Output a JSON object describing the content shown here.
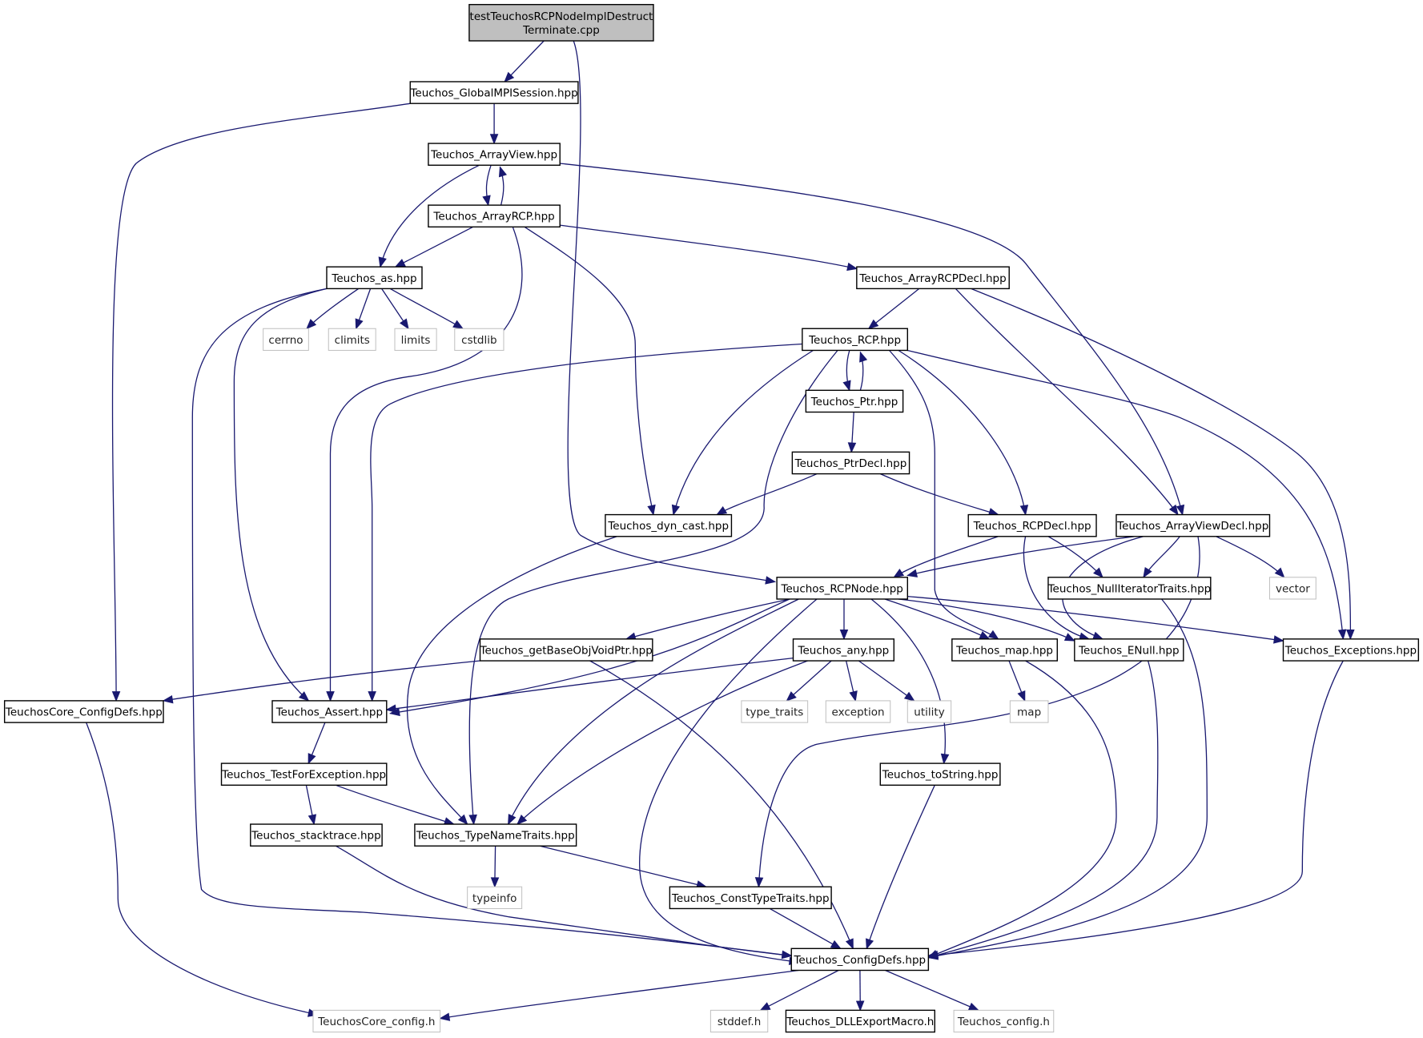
{
  "nodes": [
    {
      "id": "root",
      "label": [
        "testTeuchosRCPNodeImplDestruct",
        "Terminate.cpp"
      ],
      "kind": "root"
    },
    {
      "id": "gmpi",
      "label": [
        "Teuchos_GlobalMPISession.hpp"
      ],
      "kind": "file"
    },
    {
      "id": "av",
      "label": [
        "Teuchos_ArrayView.hpp"
      ],
      "kind": "file"
    },
    {
      "id": "arcp",
      "label": [
        "Teuchos_ArrayRCP.hpp"
      ],
      "kind": "file"
    },
    {
      "id": "as",
      "label": [
        "Teuchos_as.hpp"
      ],
      "kind": "file"
    },
    {
      "id": "arcpdecl",
      "label": [
        "Teuchos_ArrayRCPDecl.hpp"
      ],
      "kind": "file"
    },
    {
      "id": "cerrno",
      "label": [
        "cerrno"
      ],
      "kind": "ext"
    },
    {
      "id": "climits",
      "label": [
        "climits"
      ],
      "kind": "ext"
    },
    {
      "id": "limits",
      "label": [
        "limits"
      ],
      "kind": "ext"
    },
    {
      "id": "cstdlib",
      "label": [
        "cstdlib"
      ],
      "kind": "ext"
    },
    {
      "id": "rcp",
      "label": [
        "Teuchos_RCP.hpp"
      ],
      "kind": "file"
    },
    {
      "id": "ptr",
      "label": [
        "Teuchos_Ptr.hpp"
      ],
      "kind": "file"
    },
    {
      "id": "ptrdecl",
      "label": [
        "Teuchos_PtrDecl.hpp"
      ],
      "kind": "file"
    },
    {
      "id": "dyncast",
      "label": [
        "Teuchos_dyn_cast.hpp"
      ],
      "kind": "file"
    },
    {
      "id": "rcpdecl",
      "label": [
        "Teuchos_RCPDecl.hpp"
      ],
      "kind": "file"
    },
    {
      "id": "avdecl",
      "label": [
        "Teuchos_ArrayViewDecl.hpp"
      ],
      "kind": "file"
    },
    {
      "id": "rcpnode",
      "label": [
        "Teuchos_RCPNode.hpp"
      ],
      "kind": "file"
    },
    {
      "id": "nullit",
      "label": [
        "Teuchos_NullIteratorTraits.hpp"
      ],
      "kind": "file"
    },
    {
      "id": "vector",
      "label": [
        "vector"
      ],
      "kind": "ext"
    },
    {
      "id": "getbase",
      "label": [
        "Teuchos_getBaseObjVoidPtr.hpp"
      ],
      "kind": "file"
    },
    {
      "id": "any",
      "label": [
        "Teuchos_any.hpp"
      ],
      "kind": "file"
    },
    {
      "id": "map",
      "label": [
        "Teuchos_map.hpp"
      ],
      "kind": "file"
    },
    {
      "id": "enull",
      "label": [
        "Teuchos_ENull.hpp"
      ],
      "kind": "file"
    },
    {
      "id": "exc",
      "label": [
        "Teuchos_Exceptions.hpp"
      ],
      "kind": "file"
    },
    {
      "id": "ccdefs",
      "label": [
        "TeuchosCore_ConfigDefs.hpp"
      ],
      "kind": "file"
    },
    {
      "id": "assert",
      "label": [
        "Teuchos_Assert.hpp"
      ],
      "kind": "file"
    },
    {
      "id": "typetraits",
      "label": [
        "type_traits"
      ],
      "kind": "ext"
    },
    {
      "id": "exception",
      "label": [
        "exception"
      ],
      "kind": "ext"
    },
    {
      "id": "utility",
      "label": [
        "utility"
      ],
      "kind": "ext"
    },
    {
      "id": "mapstd",
      "label": [
        "map"
      ],
      "kind": "ext"
    },
    {
      "id": "testfor",
      "label": [
        "Teuchos_TestForException.hpp"
      ],
      "kind": "file"
    },
    {
      "id": "tostring",
      "label": [
        "Teuchos_toString.hpp"
      ],
      "kind": "file"
    },
    {
      "id": "stack",
      "label": [
        "Teuchos_stacktrace.hpp"
      ],
      "kind": "file"
    },
    {
      "id": "tnt",
      "label": [
        "Teuchos_TypeNameTraits.hpp"
      ],
      "kind": "file"
    },
    {
      "id": "typeinfo",
      "label": [
        "typeinfo"
      ],
      "kind": "ext"
    },
    {
      "id": "ctt",
      "label": [
        "Teuchos_ConstTypeTraits.hpp"
      ],
      "kind": "file"
    },
    {
      "id": "cdefs",
      "label": [
        "Teuchos_ConfigDefs.hpp"
      ],
      "kind": "file"
    },
    {
      "id": "coreconfig",
      "label": [
        "TeuchosCore_config.h"
      ],
      "kind": "ext"
    },
    {
      "id": "stddef",
      "label": [
        "stddef.h"
      ],
      "kind": "ext"
    },
    {
      "id": "dll",
      "label": [
        "Teuchos_DLLExportMacro.h"
      ],
      "kind": "file"
    },
    {
      "id": "tconfig",
      "label": [
        "Teuchos_config.h"
      ],
      "kind": "ext"
    }
  ],
  "edges": [
    [
      "root",
      "gmpi"
    ],
    [
      "root",
      "rcpnode"
    ],
    [
      "gmpi",
      "av"
    ],
    [
      "gmpi",
      "ccdefs"
    ],
    [
      "av",
      "arcp"
    ],
    [
      "arcp",
      "av"
    ],
    [
      "av",
      "as"
    ],
    [
      "av",
      "avdecl"
    ],
    [
      "arcp",
      "as"
    ],
    [
      "arcp",
      "assert"
    ],
    [
      "arcp",
      "dyncast"
    ],
    [
      "arcp",
      "arcpdecl"
    ],
    [
      "as",
      "cerrno"
    ],
    [
      "as",
      "climits"
    ],
    [
      "as",
      "limits"
    ],
    [
      "as",
      "cstdlib"
    ],
    [
      "as",
      "assert"
    ],
    [
      "as",
      "cdefs"
    ],
    [
      "arcpdecl",
      "rcp"
    ],
    [
      "arcpdecl",
      "avdecl"
    ],
    [
      "arcpdecl",
      "exc"
    ],
    [
      "rcp",
      "ptr"
    ],
    [
      "ptr",
      "rcp"
    ],
    [
      "rcp",
      "assert"
    ],
    [
      "rcp",
      "dyncast"
    ],
    [
      "rcp",
      "tnt"
    ],
    [
      "rcp",
      "map"
    ],
    [
      "rcp",
      "rcpdecl"
    ],
    [
      "rcp",
      "exc"
    ],
    [
      "ptr",
      "ptrdecl"
    ],
    [
      "ptrdecl",
      "dyncast"
    ],
    [
      "ptrdecl",
      "rcpdecl"
    ],
    [
      "dyncast",
      "tnt"
    ],
    [
      "rcpdecl",
      "rcpnode"
    ],
    [
      "rcpdecl",
      "nullit"
    ],
    [
      "rcpdecl",
      "enull"
    ],
    [
      "avdecl",
      "rcpnode"
    ],
    [
      "avdecl",
      "nullit"
    ],
    [
      "avdecl",
      "vector"
    ],
    [
      "avdecl",
      "enull"
    ],
    [
      "avdecl",
      "ctt"
    ],
    [
      "rcpnode",
      "getbase"
    ],
    [
      "rcpnode",
      "any"
    ],
    [
      "rcpnode",
      "map"
    ],
    [
      "rcpnode",
      "enull"
    ],
    [
      "rcpnode",
      "exc"
    ],
    [
      "rcpnode",
      "assert"
    ],
    [
      "rcpnode",
      "tnt"
    ],
    [
      "rcpnode",
      "cdefs"
    ],
    [
      "rcpnode",
      "tostring"
    ],
    [
      "nullit",
      "cdefs"
    ],
    [
      "getbase",
      "ccdefs"
    ],
    [
      "getbase",
      "cdefs"
    ],
    [
      "any",
      "assert"
    ],
    [
      "any",
      "typetraits"
    ],
    [
      "any",
      "exception"
    ],
    [
      "any",
      "utility"
    ],
    [
      "any",
      "tnt"
    ],
    [
      "map",
      "mapstd"
    ],
    [
      "map",
      "cdefs"
    ],
    [
      "enull",
      "cdefs"
    ],
    [
      "exc",
      "cdefs"
    ],
    [
      "ccdefs",
      "coreconfig"
    ],
    [
      "assert",
      "testfor"
    ],
    [
      "testfor",
      "stack"
    ],
    [
      "testfor",
      "tnt"
    ],
    [
      "tostring",
      "cdefs"
    ],
    [
      "stack",
      "cdefs"
    ],
    [
      "tnt",
      "typeinfo"
    ],
    [
      "tnt",
      "ctt"
    ],
    [
      "ctt",
      "cdefs"
    ],
    [
      "cdefs",
      "coreconfig"
    ],
    [
      "cdefs",
      "stddef"
    ],
    [
      "cdefs",
      "dll"
    ],
    [
      "cdefs",
      "tconfig"
    ]
  ],
  "colors": {
    "edge": "#191970",
    "root_fill": "#bfbfbf",
    "ext_border": "#bfbfbf",
    "border": "#000000"
  }
}
